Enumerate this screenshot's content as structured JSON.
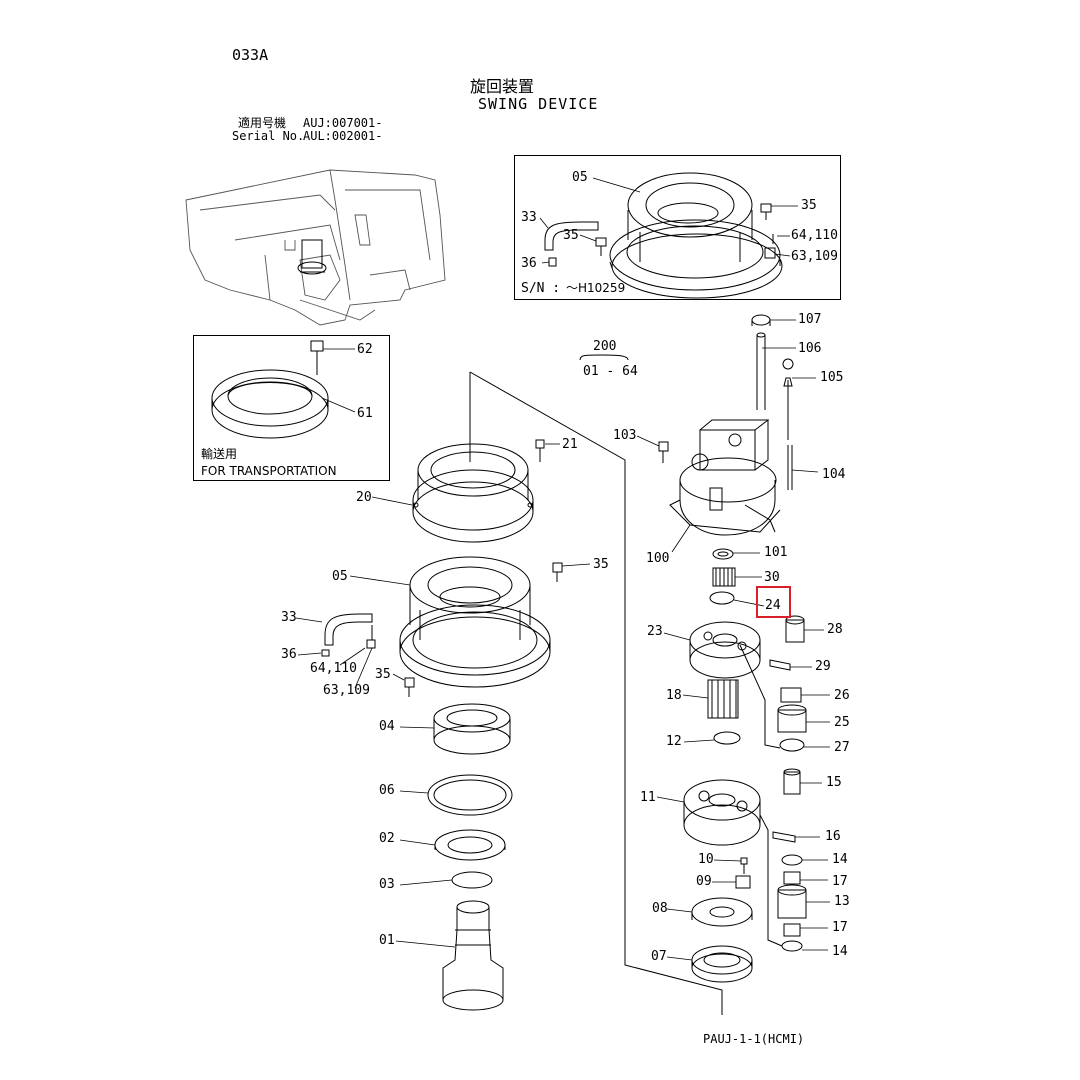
{
  "page_code": "033A",
  "title_jp": "旋回装置",
  "title_en": "SWING DEVICE",
  "serial": {
    "label_jp": "適用号機",
    "label_en": "Serial No.",
    "value1": "AUJ:007001-",
    "value2": "AUL:002001-"
  },
  "inset_top": {
    "sn_label": "S/N :",
    "sn_value": "～H10259"
  },
  "inset_transport": {
    "label_jp": "輸送用",
    "label_en": "FOR TRANSPORTATION"
  },
  "assembly": {
    "number": "200",
    "range": "01 - 64"
  },
  "footer_code": "PAUJ-1-1(HCMI)",
  "highlight_color": "#d9202a",
  "labels": {
    "p05t": "05",
    "p33t": "33",
    "p35ta": "35",
    "p36t": "36",
    "p35tb": "35",
    "p64t": "64,110",
    "p63t": "63,109",
    "p62": "62",
    "p61": "61",
    "p21": "21",
    "p20": "20",
    "p05": "05",
    "p35a": "35",
    "p33": "33",
    "p36": "36",
    "p64": "64,110",
    "p63": "63,109",
    "p35b": "35",
    "p04": "04",
    "p06": "06",
    "p02": "02",
    "p03": "03",
    "p01": "01",
    "p107": "107",
    "p106": "106",
    "p105": "105",
    "p103": "103",
    "p104": "104",
    "p100": "100",
    "p101": "101",
    "p30": "30",
    "p24": "24",
    "p23": "23",
    "p28": "28",
    "p29": "29",
    "p18": "18",
    "p26": "26",
    "p25": "25",
    "p12": "12",
    "p27": "27",
    "p15": "15",
    "p11": "11",
    "p16": "16",
    "p10": "10",
    "p14a": "14",
    "p09": "09",
    "p17a": "17",
    "p08": "08",
    "p13": "13",
    "p17b": "17",
    "p07": "07",
    "p14b": "14"
  }
}
